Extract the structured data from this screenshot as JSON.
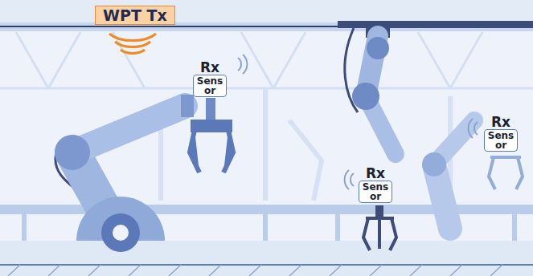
{
  "diagram": {
    "nodes": [
      {
        "text": [
          "WPT Tx"
        ]
      },
      {
        "text": [
          "Rx",
          "Sensor"
        ]
      },
      {
        "text": [
          "Rx",
          "Sensor"
        ]
      },
      {
        "text": [
          "Rx",
          "Sensor"
        ]
      }
    ]
  }
}
